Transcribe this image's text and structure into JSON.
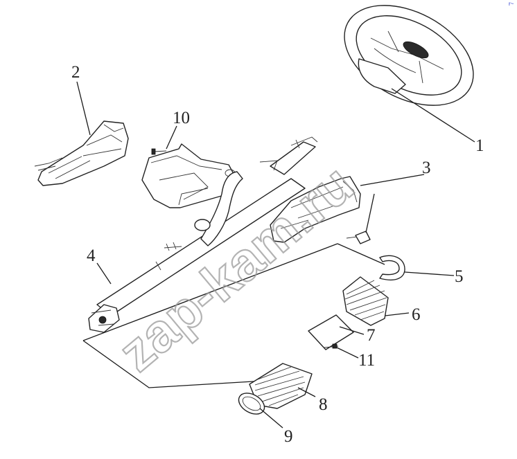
{
  "diagram": {
    "callouts": [
      {
        "id": "1",
        "label": "1"
      },
      {
        "id": "2",
        "label": "2"
      },
      {
        "id": "3",
        "label": "3"
      },
      {
        "id": "4",
        "label": "4"
      },
      {
        "id": "5",
        "label": "5"
      },
      {
        "id": "6",
        "label": "6"
      },
      {
        "id": "7",
        "label": "7"
      },
      {
        "id": "8",
        "label": "8"
      },
      {
        "id": "9",
        "label": "9"
      },
      {
        "id": "10",
        "label": "10"
      },
      {
        "id": "11",
        "label": "11"
      }
    ],
    "watermark": "zap-kam.ru",
    "corner_mark": "r~",
    "colors": {
      "line": "#1a1a1a",
      "watermark": "#9a9a9a",
      "background": "#ffffff"
    }
  }
}
